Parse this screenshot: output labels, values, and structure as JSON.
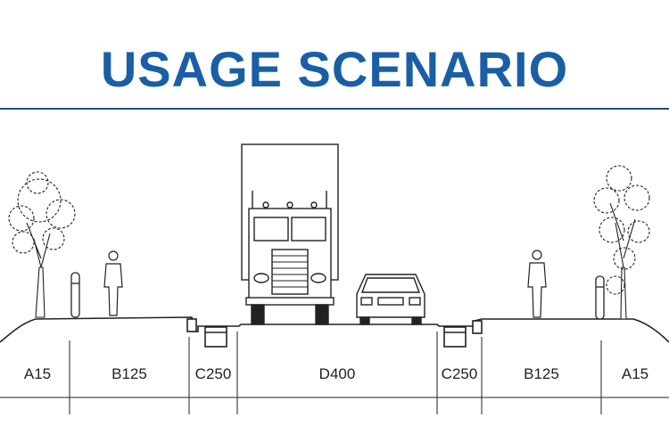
{
  "title": "USAGE SCENARIO",
  "colors": {
    "title": "#1a5fa6",
    "rule": "#1f4f8a",
    "line": "#222222"
  },
  "zones": [
    {
      "label": "A15"
    },
    {
      "label": "B125"
    },
    {
      "label": "C250"
    },
    {
      "label": "D400"
    },
    {
      "label": "C250"
    },
    {
      "label": "B125"
    },
    {
      "label": "A15"
    }
  ],
  "icons": [
    "tree-icon",
    "bollard-icon",
    "pedestrian-icon",
    "truck-icon",
    "car-icon",
    "drain-grate-icon"
  ]
}
